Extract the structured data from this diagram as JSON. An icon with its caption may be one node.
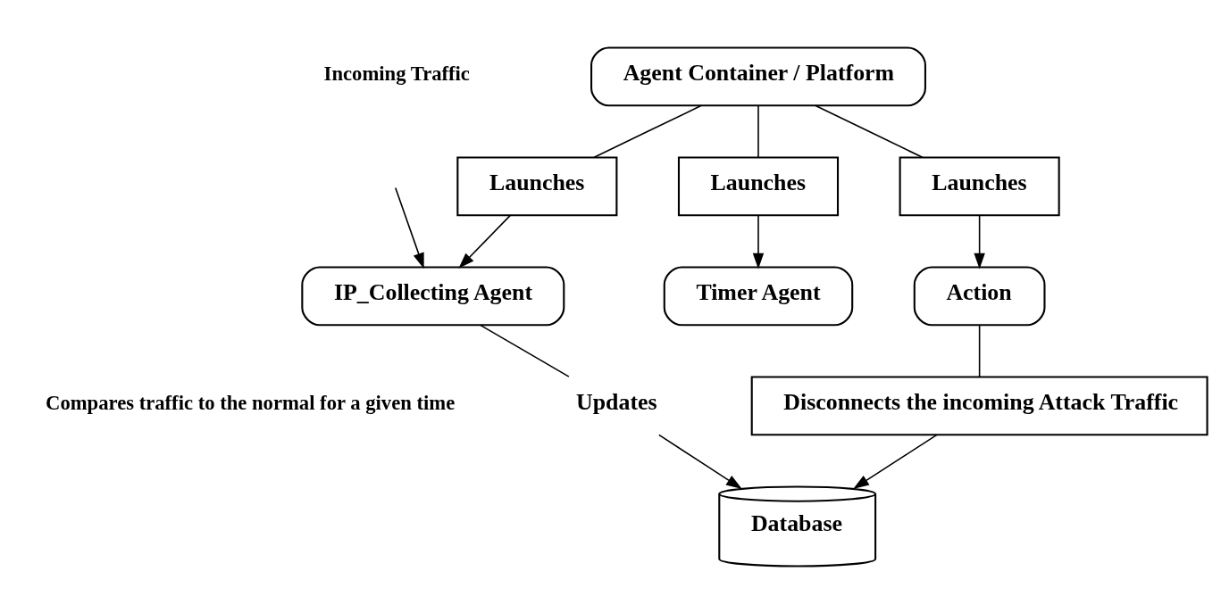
{
  "diagram": {
    "nodes": [
      {
        "text": [
          "Agent Container / Platform"
        ]
      },
      {
        "text": [
          "Launches"
        ]
      },
      {
        "text": [
          "Launches"
        ]
      },
      {
        "text": [
          "Launches"
        ]
      },
      {
        "text": [
          "IP_Collecting Agent"
        ]
      },
      {
        "text": [
          "Timer Agent"
        ]
      },
      {
        "text": [
          "Action"
        ]
      },
      {
        "text": [
          "Disconnects the incoming Attack Traffic"
        ]
      },
      {
        "text": [
          "Database"
        ]
      },
      {
        "text": [
          "Updates"
        ]
      }
    ],
    "edges": [
      {
        "from": 0,
        "to": 1,
        "arrow": "none"
      },
      {
        "from": 1,
        "to": 4,
        "arrow": "to"
      },
      {
        "from": 0,
        "to": 2,
        "arrow": "none"
      },
      {
        "from": 2,
        "to": 5,
        "arrow": "to"
      },
      {
        "from": 0,
        "to": 3,
        "arrow": "none"
      },
      {
        "from": 3,
        "to": 6,
        "arrow": "to"
      },
      {
        "from": null,
        "to": 4,
        "arrow": "to"
      },
      {
        "from": 4,
        "to": 9,
        "arrow": "none"
      },
      {
        "from": 9,
        "to": 8,
        "arrow": "to"
      },
      {
        "from": 6,
        "to": 7,
        "arrow": "none"
      },
      {
        "from": 7,
        "to": 8,
        "arrow": "to"
      }
    ],
    "labels": [
      "Incoming Traffic",
      "Compares traffic to the normal for a given time"
    ]
  }
}
